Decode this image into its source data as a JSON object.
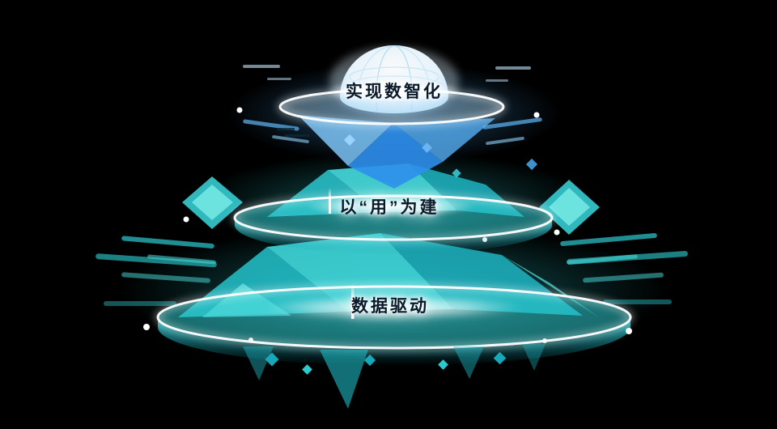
{
  "diagram": {
    "type": "stacked-platform-pyramid",
    "layers": [
      {
        "id": "top",
        "label": "实现数智化"
      },
      {
        "id": "middle",
        "label": "以“用”为建"
      },
      {
        "id": "bottom",
        "label": "数据驱动"
      }
    ],
    "colors": {
      "background": "#000000",
      "teal": "#2BC9CE",
      "teal_light": "#7DEEE8",
      "teal_deep": "#14B0BF",
      "blue": "#2E8FEC",
      "blue_light": "#9FD6FF",
      "rim_white": "#FFFFFF",
      "label_text": "#0A1A2A"
    }
  }
}
